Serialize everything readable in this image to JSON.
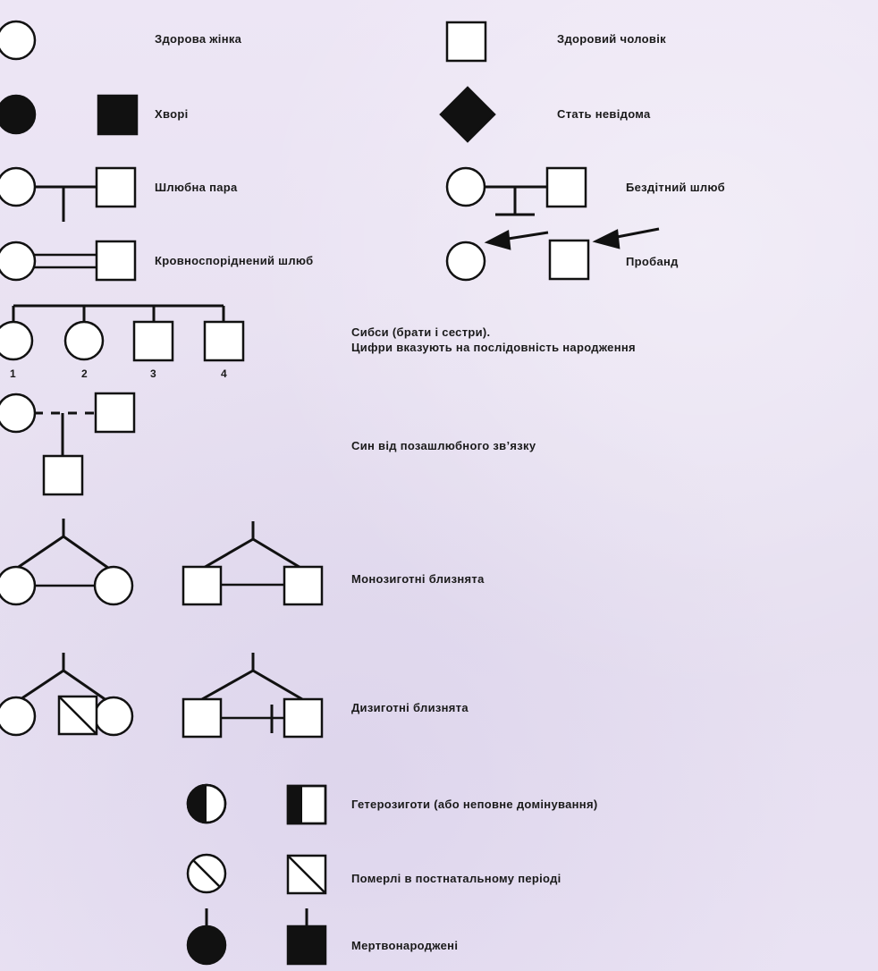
{
  "labels": {
    "healthy_woman": "Здорова жінка",
    "healthy_man": "Здоровий чоловік",
    "affected": "Хворі",
    "sex_unknown": "Стать невідома",
    "married_couple": "Шлюбна пара",
    "childless_marriage": "Бездітний шлюб",
    "consanguineous_marriage": "Кровноспоріднений шлюб",
    "proband": "Пробанд",
    "siblings_line1": "Сибси (брати і сестри).",
    "siblings_line2": "Цифри вказують на послідовність народження",
    "illegitimate_son": "Син від позашлюбного зв’язку",
    "monozygotic_twins": "Монозиготні близнята",
    "dizygotic_twins": "Дизиготні близнята",
    "heterozygotes": "Гетерозиготи (або неповне домінування)",
    "postnatal_death": "Померлі в постнатальному періоді",
    "stillborn": "Мертвонароджені"
  },
  "sibling_numbers": [
    "1",
    "2",
    "3",
    "4"
  ],
  "colors": {
    "symbol_stroke": "#111111",
    "symbol_fill": "#ffffff",
    "affected_fill": "#111111",
    "background": "#e9e3f2"
  }
}
